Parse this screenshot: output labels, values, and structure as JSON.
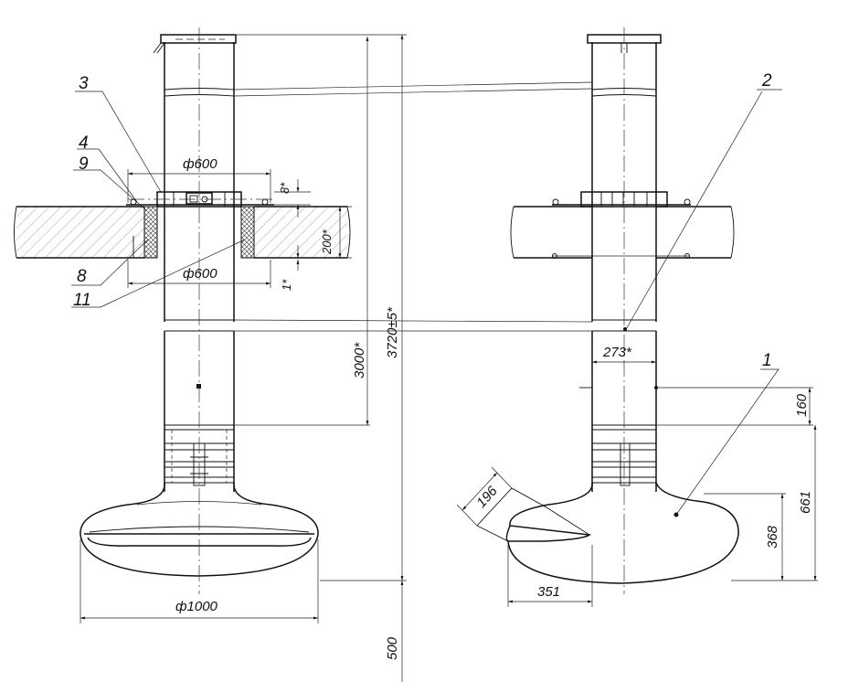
{
  "callouts": {
    "c1": "1",
    "c2": "2",
    "c3": "3",
    "c4": "4",
    "c8": "8",
    "c9": "9",
    "c11": "11"
  },
  "dimensions": {
    "d600_top": "ф600",
    "d600_bottom": "ф600",
    "d8": "8*",
    "d200": "200*",
    "d1": "1*",
    "d3000": "3000*",
    "d3720": "3720±5*",
    "d500": "500",
    "d1000": "ф1000",
    "d273": "273*",
    "d160": "160",
    "d661": "661",
    "d368": "368",
    "d196": "196",
    "d351": "351"
  }
}
